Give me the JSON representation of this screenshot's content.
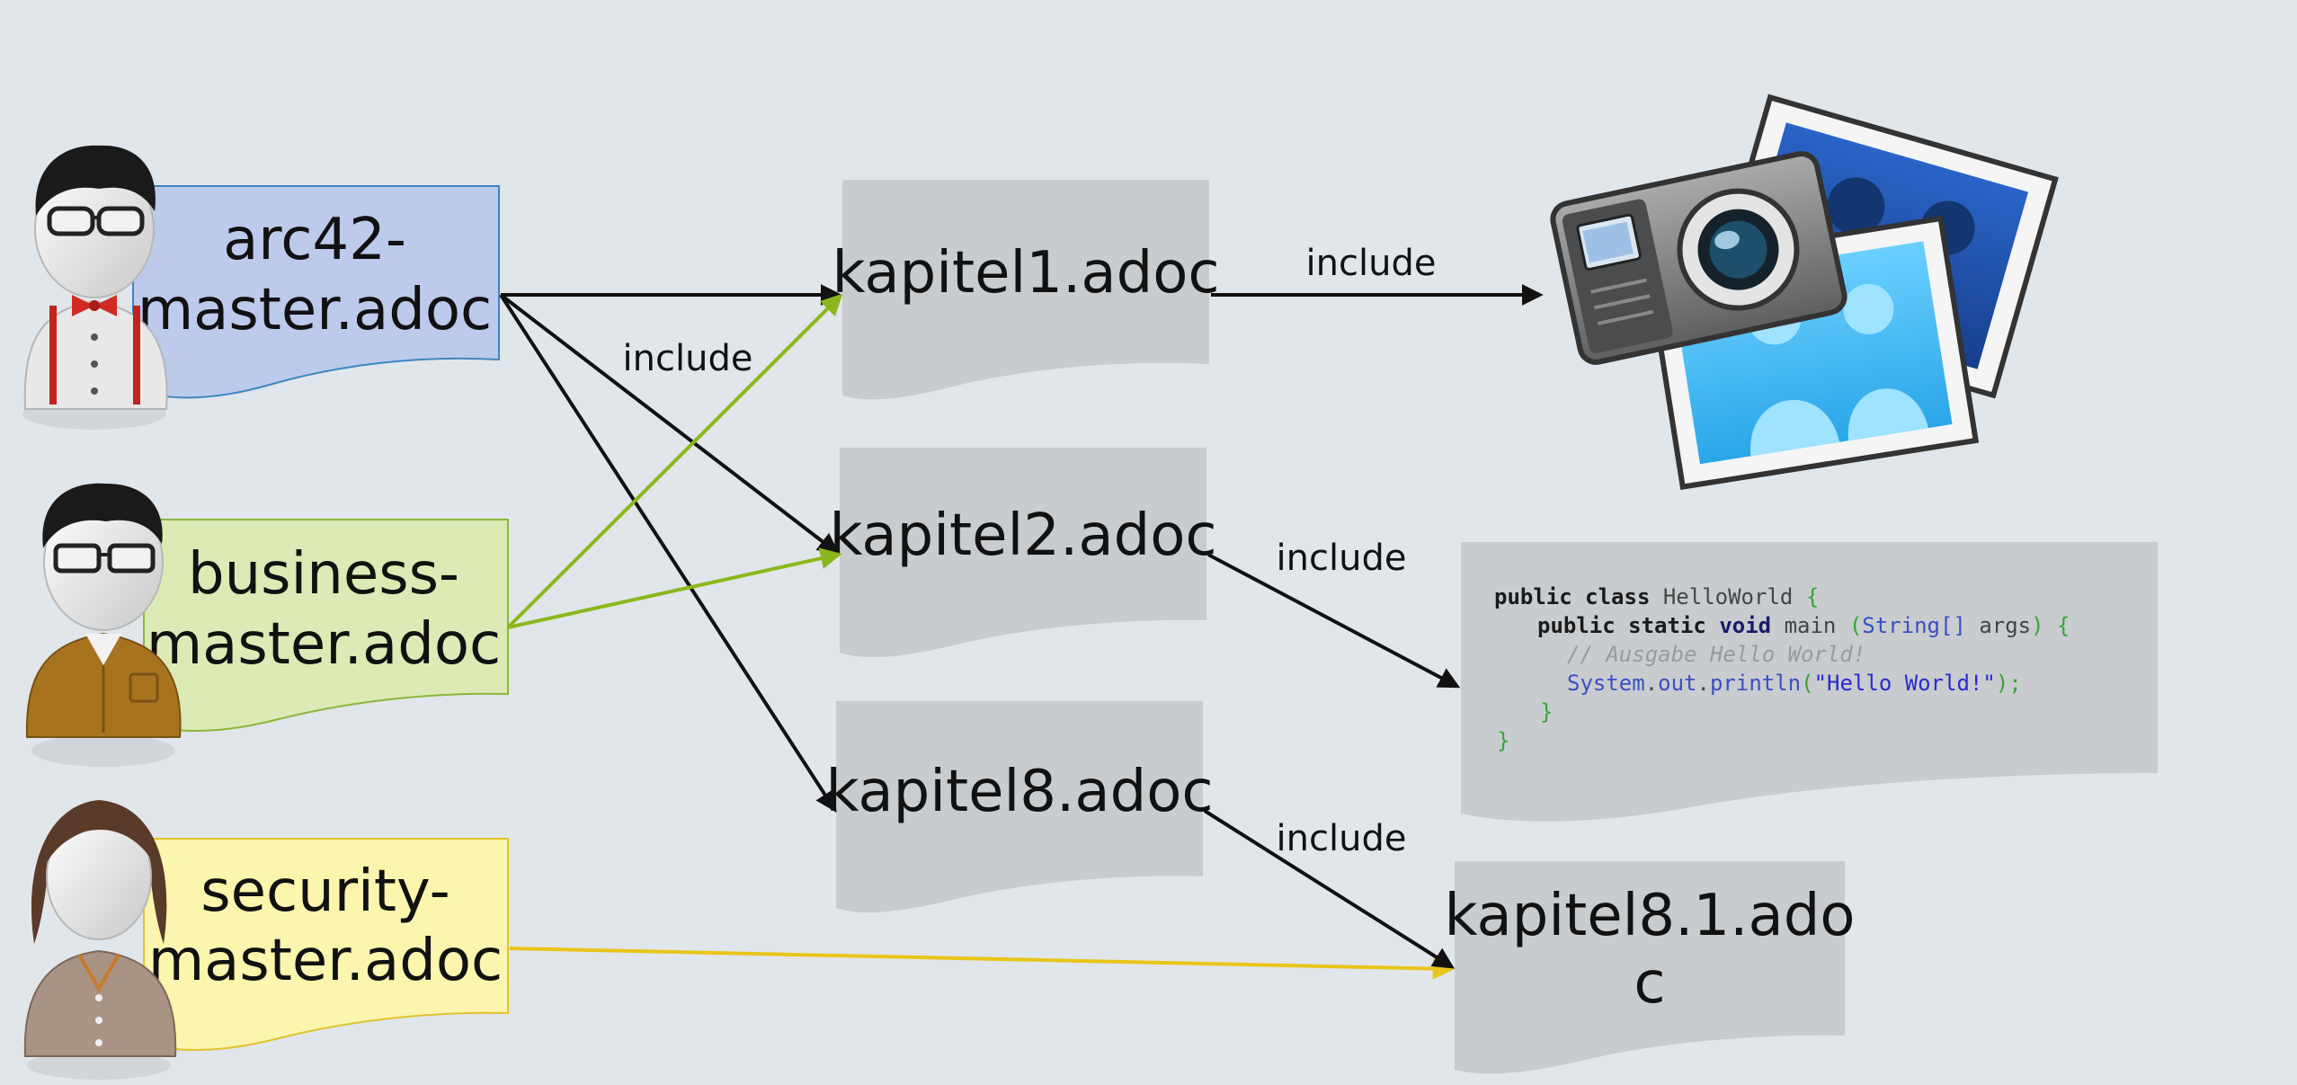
{
  "masters": [
    {
      "id": "arc42",
      "line1": "arc42-",
      "line2": "master.adoc",
      "fill": "#bccaeb",
      "stroke": "#3d86c0",
      "person": "developer with glasses and bow tie"
    },
    {
      "id": "business",
      "line1": "business-",
      "line2": "master.adoc",
      "fill": "#dcebb5",
      "stroke": "#8ab73a",
      "person": "business person with glasses"
    },
    {
      "id": "security",
      "line1": "security-",
      "line2": "master.adoc",
      "fill": "#fbf5ae",
      "stroke": "#e2c12b",
      "person": "woman with brown hair"
    }
  ],
  "chapters": [
    {
      "id": "kapitel1",
      "label": "kapitel1.adoc"
    },
    {
      "id": "kapitel2",
      "label": "kapitel2.adoc"
    },
    {
      "id": "kapitel8",
      "label": "kapitel8.adoc"
    },
    {
      "id": "kapitel81",
      "line1": "kapitel8.1.ado",
      "line2": "c"
    }
  ],
  "edge_labels": {
    "arc42_include": "include",
    "k1_include": "include",
    "k2_include": "include",
    "k8_include": "include"
  },
  "code_snippet": {
    "line1": {
      "kw1": "public",
      "kw2": "class",
      "name": "HelloWorld",
      "brace": "{"
    },
    "line2": {
      "kw1": "public",
      "kw2": "static",
      "kw3": "void",
      "name": "main",
      "paren_open": "(",
      "type": "String[]",
      "arg": "args",
      "paren_close": ")",
      "brace": "{"
    },
    "line3": "// Ausgabe Hello World!",
    "line4": {
      "obj": "System",
      "dot1": ".",
      "field": "out",
      "dot2": ".",
      "method": "println",
      "paren_open": "(",
      "str": "\"Hello World!\"",
      "end": ");"
    },
    "line5": "}",
    "line6": "}"
  },
  "image_icon": "photos-camera-icon",
  "colors": {
    "background": "#e1e6ea",
    "chapter_doc": "#c8cccf",
    "black_arrow": "#111111",
    "green_arrow": "#8ab81c",
    "yellow_arrow": "#e8c51a"
  }
}
